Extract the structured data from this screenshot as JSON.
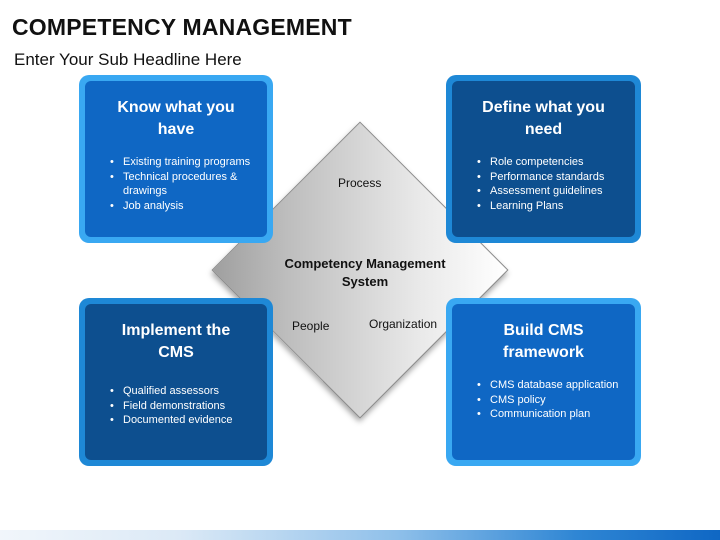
{
  "header": {
    "title": "COMPETENCY MANAGEMENT",
    "subtitle": "Enter Your Sub Headline Here"
  },
  "diamond": {
    "center": "Competency Management System",
    "top": "Process",
    "left": "People",
    "right": "Organization"
  },
  "cards": [
    {
      "title": "Know what you have",
      "items": [
        "Existing training programs",
        "Technical procedures & drawings",
        "Job analysis"
      ]
    },
    {
      "title": "Define what you need",
      "items": [
        "Role competencies",
        "Performance standards",
        "Assessment guidelines",
        "Learning Plans"
      ]
    },
    {
      "title": "Implement the CMS",
      "items": [
        "Qualified assessors",
        "Field demonstrations",
        "Documented evidence"
      ]
    },
    {
      "title": "Build CMS framework",
      "items": [
        "CMS database application",
        "CMS policy",
        "Communication plan"
      ]
    }
  ],
  "colors": {
    "card_dark": "#0d4f8f",
    "card_light": "#0f67c4",
    "frame": "#39a8f2"
  }
}
